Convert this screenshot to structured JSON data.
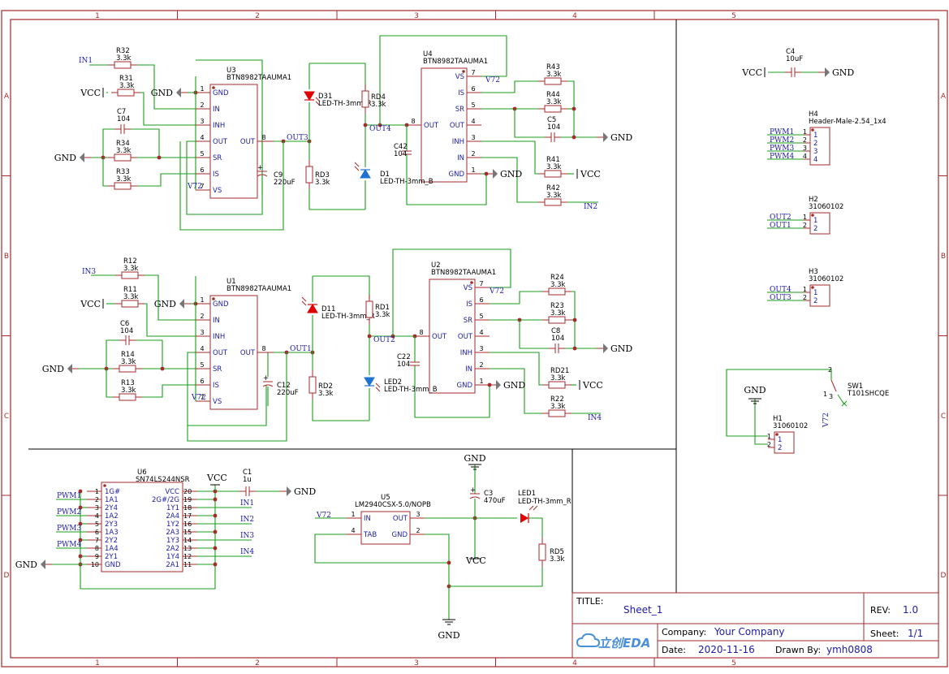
{
  "frame": {
    "columns": [
      "1",
      "2",
      "3",
      "4",
      "5"
    ],
    "rows": [
      "A",
      "B",
      "C",
      "D"
    ]
  },
  "nets": {
    "in1": "IN1",
    "in2": "IN2",
    "in3": "IN3",
    "in4": "IN4",
    "out1": "OUT1",
    "out2": "OUT2",
    "out3": "OUT3",
    "out4": "OUT4",
    "v72": "V72",
    "pwm1": "PWM1",
    "pwm2": "PWM2",
    "pwm3": "PWM3",
    "pwm4": "PWM4",
    "vcc": "VCC",
    "gnd": "GND"
  },
  "components": {
    "u1": {
      "ref": "U1",
      "value": "BTN8982TAAUMA1"
    },
    "u2": {
      "ref": "U2",
      "value": "BTN8982TAAUMA1"
    },
    "u3": {
      "ref": "U3",
      "value": "BTN8982TAAUMA1"
    },
    "u4": {
      "ref": "U4",
      "value": "BTN8982TAAUMA1"
    },
    "u5": {
      "ref": "U5",
      "value": "LM2940CSX-5.0/NOPB"
    },
    "u6": {
      "ref": "U6",
      "value": "SN74LS244NSR"
    },
    "r11": {
      "ref": "R11",
      "value": "3.3k"
    },
    "r12": {
      "ref": "R12",
      "value": "3.3k"
    },
    "r13": {
      "ref": "R13",
      "value": "3.3k"
    },
    "r14": {
      "ref": "R14",
      "value": "3.3k"
    },
    "r22": {
      "ref": "R22",
      "value": "3.3k"
    },
    "r23": {
      "ref": "R23",
      "value": "3.3k"
    },
    "r24": {
      "ref": "R24",
      "value": "3.3k"
    },
    "rd21": {
      "ref": "RD21",
      "value": "3.3k"
    },
    "r31": {
      "ref": "R31",
      "value": "3.3k"
    },
    "r32": {
      "ref": "R32",
      "value": "3.3k"
    },
    "r33": {
      "ref": "R33",
      "value": "3.3k"
    },
    "r34": {
      "ref": "R34",
      "value": "3.3k"
    },
    "r41": {
      "ref": "R41",
      "value": "3.3k"
    },
    "r42": {
      "ref": "R42",
      "value": "3.3k"
    },
    "r43": {
      "ref": "R43",
      "value": "3.3k"
    },
    "r44": {
      "ref": "R44",
      "value": "3.3k"
    },
    "rd1": {
      "ref": "RD1",
      "value": "3.3k"
    },
    "rd2": {
      "ref": "RD2",
      "value": "3.3k"
    },
    "rd3": {
      "ref": "RD3",
      "value": "3.3k"
    },
    "rd4": {
      "ref": "RD4",
      "value": "3.3k"
    },
    "rd5": {
      "ref": "RD5",
      "value": "3.3k"
    },
    "c1": {
      "ref": "C1",
      "value": "1u"
    },
    "c3": {
      "ref": "C3",
      "value": "470uF"
    },
    "c4": {
      "ref": "C4",
      "value": "10uF"
    },
    "c5": {
      "ref": "C5",
      "value": "104"
    },
    "c6": {
      "ref": "C6",
      "value": "104"
    },
    "c7": {
      "ref": "C7",
      "value": "104"
    },
    "c8": {
      "ref": "C8",
      "value": "104"
    },
    "c9": {
      "ref": "C9",
      "value": "220uF"
    },
    "c12": {
      "ref": "C12",
      "value": "220uF"
    },
    "c22": {
      "ref": "C22",
      "value": "104"
    },
    "c42": {
      "ref": "C42",
      "value": "104"
    },
    "d1": {
      "ref": "D1",
      "value": "LED-TH-3mm_B"
    },
    "d31": {
      "ref": "D31",
      "value": "LED-TH-3mm_R"
    },
    "d11": {
      "ref": "D11",
      "value": "LED-TH-3mm_R"
    },
    "led2": {
      "ref": "LED2",
      "value": "LED-TH-3mm_B"
    },
    "led1": {
      "ref": "LED1",
      "value": "LED-TH-3mm_R"
    },
    "h1": {
      "ref": "H1",
      "value": "31060102"
    },
    "h2": {
      "ref": "H2",
      "value": "31060102"
    },
    "h3": {
      "ref": "H3",
      "value": "31060102"
    },
    "h4": {
      "ref": "H4",
      "value": "Header-Male-2.54_1x4"
    },
    "sw1": {
      "ref": "SW1",
      "value": "T101SHCQE"
    }
  },
  "pins": {
    "btn_left": [
      "GND",
      "IN",
      "INH",
      "OUT",
      "SR",
      "IS",
      "VS"
    ],
    "btn_left_nums": [
      "1",
      "2",
      "3",
      "4",
      "5",
      "6",
      "7"
    ],
    "btn_out_num": "8",
    "btn_right": [
      "VS",
      "IS",
      "SR",
      "OUT",
      "INH",
      "IN",
      "GND"
    ],
    "btn_right_nums": [
      "7",
      "6",
      "5",
      "4",
      "3",
      "2",
      "1"
    ],
    "btn_right_out": "OUT",
    "u6_left": [
      "1G#",
      "1A1",
      "2Y4",
      "1A2",
      "2Y3",
      "1A3",
      "2Y2",
      "1A4",
      "2Y1",
      "GND"
    ],
    "u6_left_nums": [
      "1",
      "2",
      "3",
      "4",
      "5",
      "6",
      "7",
      "8",
      "9",
      "10"
    ],
    "u6_right": [
      "VCC",
      "2G#/2G",
      "1Y1",
      "2A4",
      "1Y2",
      "2A3",
      "1Y3",
      "2A2",
      "1Y4",
      "2A1"
    ],
    "u6_right_nums": [
      "20",
      "19",
      "18",
      "17",
      "16",
      "15",
      "14",
      "13",
      "12",
      "11"
    ],
    "u5_left": [
      "IN",
      "TAB"
    ],
    "u5_left_nums": [
      "1",
      "4"
    ],
    "u5_right": [
      "OUT",
      "GND"
    ],
    "u5_right_nums": [
      "3",
      "2"
    ],
    "header2": [
      "1",
      "2"
    ],
    "header4": [
      "1",
      "2",
      "3",
      "4"
    ]
  },
  "title_block": {
    "title_label": "TITLE:",
    "title": "Sheet_1",
    "rev_label": "REV:",
    "rev": "1.0",
    "company_label": "Company:",
    "company": "Your Company",
    "sheet_label": "Sheet:",
    "sheet": "1/1",
    "date_label": "Date:",
    "date": "2020-11-16",
    "drawn_label": "Drawn By:",
    "drawn_by": "ymh0808",
    "logo_text": "立创EDA"
  }
}
